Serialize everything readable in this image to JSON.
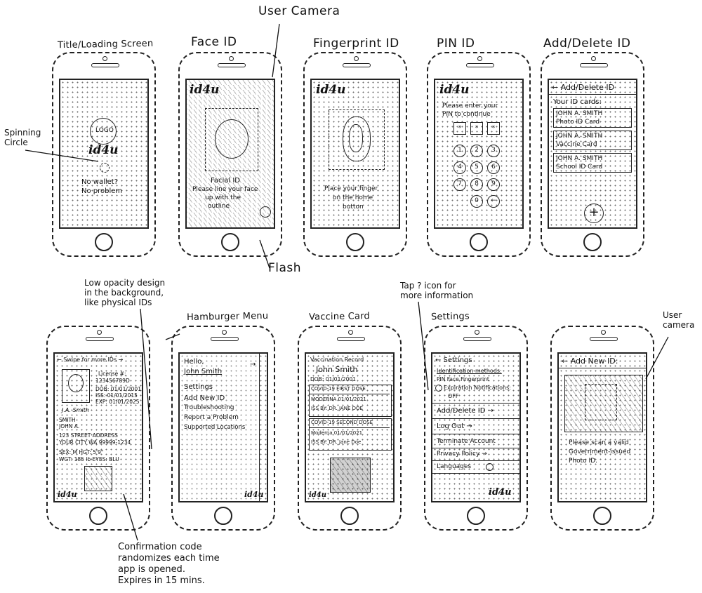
{
  "screens": {
    "title": {
      "caption": "Title/Loading Screen",
      "logo_text": "LOGO",
      "brand": "id4u",
      "line1": "No wallet?",
      "line2": "No problem"
    },
    "face": {
      "caption": "Face ID",
      "brand": "id4u",
      "heading": "Facial ID",
      "line1": "Please line your face",
      "line2": "up with the",
      "line3": "outline"
    },
    "fingerprint": {
      "caption": "Fingerprint ID",
      "brand": "id4u",
      "line1": "Place your finger",
      "line2": "on the home",
      "line3": "button"
    },
    "pin": {
      "caption": "PIN ID",
      "brand": "id4u",
      "line1": "Please enter your",
      "line2": "PIN to continue",
      "digits": [
        "1",
        "2",
        "3",
        "4",
        "5",
        "6",
        "7",
        "8",
        "9",
        "0",
        "←"
      ]
    },
    "add_delete": {
      "caption": "Add/Delete ID",
      "header": "← Add/Delete ID",
      "subheading": "Your ID cards:",
      "cards": [
        {
          "line1": "JOHN A. SMITH",
          "line2": "Photo ID Card"
        },
        {
          "line1": "JOHN A. SMITH",
          "line2": "Vaccine Card"
        },
        {
          "line1": "JOHN A. SMITH",
          "line2": "School ID Card"
        }
      ],
      "fab": "+"
    },
    "id_card": {
      "header": "← Swipe for more IDs →",
      "license_label": "License #:",
      "license_no": "123456789D",
      "dob": "DOB: 01/01/2001",
      "iss": "ISS: 01/01/2015",
      "exp": "EXP: 01/01/2025",
      "signature": "J.A. Smith",
      "surname": "SMITH",
      "given": "JOHN A.",
      "street": "123 STREET ADDRESS",
      "city": "YOUR CITY WA 99999-1234",
      "sex_hgt": "SEX: M    HGT: 5'9\"",
      "wgt_eyes": "WGT: 185 lb   EYES: BLU",
      "brand": "id4u"
    },
    "hamburger": {
      "caption": "Hamburger Menu",
      "hello": "Hello,",
      "name": "John Smith",
      "items": [
        "Settings",
        "Add New ID",
        "Troubleshooting",
        "Report a Problem",
        "Supported Locations"
      ],
      "brand": "id4u"
    },
    "vaccine": {
      "caption": "Vaccine Card",
      "record_label": "Vaccination Record",
      "name": "John Smith",
      "dob": "DOB: 01/01/2001",
      "dose1_title": "COVID-19 FIRST DOSE",
      "dose1_vaccine": "MODERNA   01/01/2021",
      "dose1_by": "ISS BY: DR. JANE DOE",
      "dose2_title": "COVID-19 SECOND DOSE",
      "dose2_vaccine": "Moderna   01/01/2021",
      "dose2_by": "ISS BY: DR. Jane Doe",
      "brand": "id4u"
    },
    "settings": {
      "caption": "Settings",
      "header": "← Settings",
      "section1": "Identification methods:",
      "methods": "PIN   Face   Fingerprint",
      "notif": "Expiration Notifications:",
      "off": "OFF",
      "add_delete": "Add/Delete ID →",
      "logout": "Log Out →",
      "terminate": "Terminate Account",
      "privacy": "Privacy Policy →",
      "languages": "Languages",
      "brand": "id4u"
    },
    "add_new": {
      "header": "← Add New ID:",
      "line1": "Please scan a valid",
      "line2": "Government-issued",
      "line3": "Photo ID."
    }
  },
  "annotations": {
    "user_camera_top": "User Camera",
    "spinning_circle": "Spinning\nCircle",
    "flash": "Flash",
    "low_opacity": "Low opacity design\nin the background,\nlike physical IDs",
    "tap_icon": "Tap ? icon for\nmore information",
    "user_camera_right": "User\ncamera",
    "confirmation": "Confirmation code\nrandomizes each time\napp is opened.\nExpires in 15 mins."
  }
}
